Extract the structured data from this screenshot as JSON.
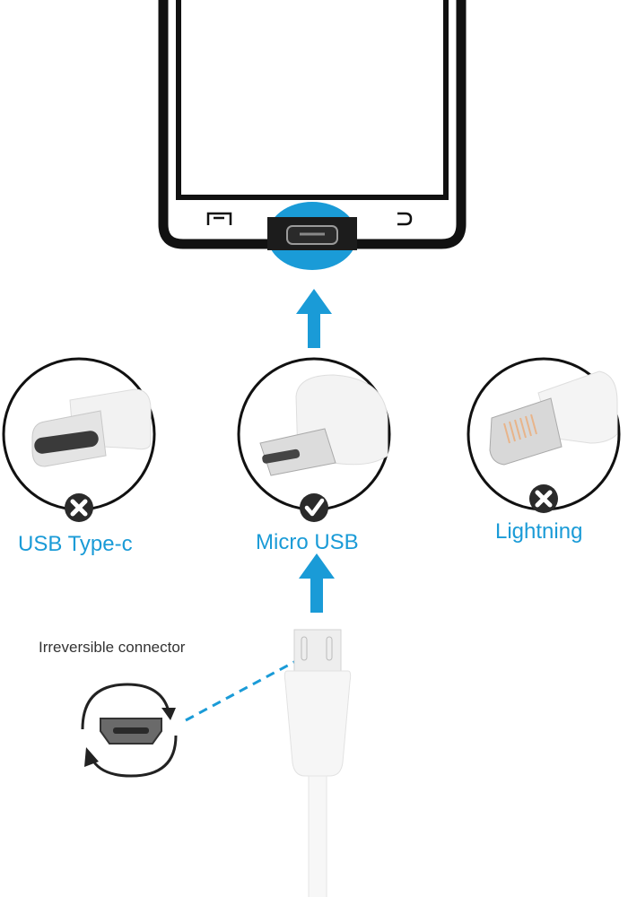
{
  "colors": {
    "accent": "#1a9bd7",
    "outline": "#111111",
    "label_text": "#333333"
  },
  "phone": {
    "menu_icon": "menu-button-icon",
    "back_icon": "back-button-icon",
    "port_highlight": "micro-usb-port"
  },
  "connectors": [
    {
      "label": "USB Type-c",
      "status": "incompatible",
      "status_icon": "x-icon"
    },
    {
      "label": "Micro USB",
      "status": "compatible",
      "status_icon": "checkmark-icon"
    },
    {
      "label": "Lightning",
      "status": "incompatible",
      "status_icon": "x-icon"
    }
  ],
  "callout": {
    "label": "Irreversible connector"
  }
}
